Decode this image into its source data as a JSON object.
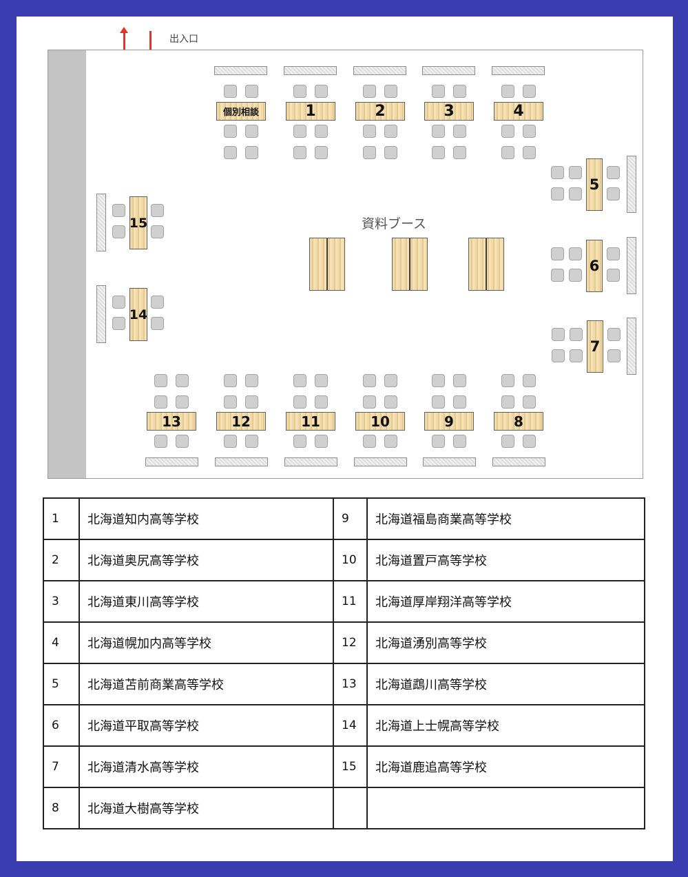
{
  "map": {
    "entrance_label": "出入口",
    "booth_label": "資料ブース",
    "consult_label": "個別相談",
    "booths": [
      "1",
      "2",
      "3",
      "4",
      "5",
      "6",
      "7",
      "8",
      "9",
      "10",
      "11",
      "12",
      "13",
      "14",
      "15"
    ]
  },
  "schools": [
    {
      "no": "1",
      "name": "北海道知内高等学校"
    },
    {
      "no": "2",
      "name": "北海道奥尻高等学校"
    },
    {
      "no": "3",
      "name": "北海道東川高等学校"
    },
    {
      "no": "4",
      "name": "北海道幌加内高等学校"
    },
    {
      "no": "5",
      "name": "北海道苫前商業高等学校"
    },
    {
      "no": "6",
      "name": "北海道平取高等学校"
    },
    {
      "no": "7",
      "name": "北海道清水高等学校"
    },
    {
      "no": "8",
      "name": "北海道大樹高等学校"
    },
    {
      "no": "9",
      "name": "北海道福島商業高等学校"
    },
    {
      "no": "10",
      "name": "北海道置戸高等学校"
    },
    {
      "no": "11",
      "name": "北海道厚岸翔洋高等学校"
    },
    {
      "no": "12",
      "name": "北海道湧別高等学校"
    },
    {
      "no": "13",
      "name": "北海道鵡川高等学校"
    },
    {
      "no": "14",
      "name": "北海道上士幌高等学校"
    },
    {
      "no": "15",
      "name": "北海道鹿追高等学校"
    }
  ],
  "colors": {
    "frame": "#3a3db0",
    "arrow": "#e0352b",
    "table_wood": "#f1d9a8",
    "chair": "#d0d0d0",
    "wall": "#c4c4c4"
  }
}
